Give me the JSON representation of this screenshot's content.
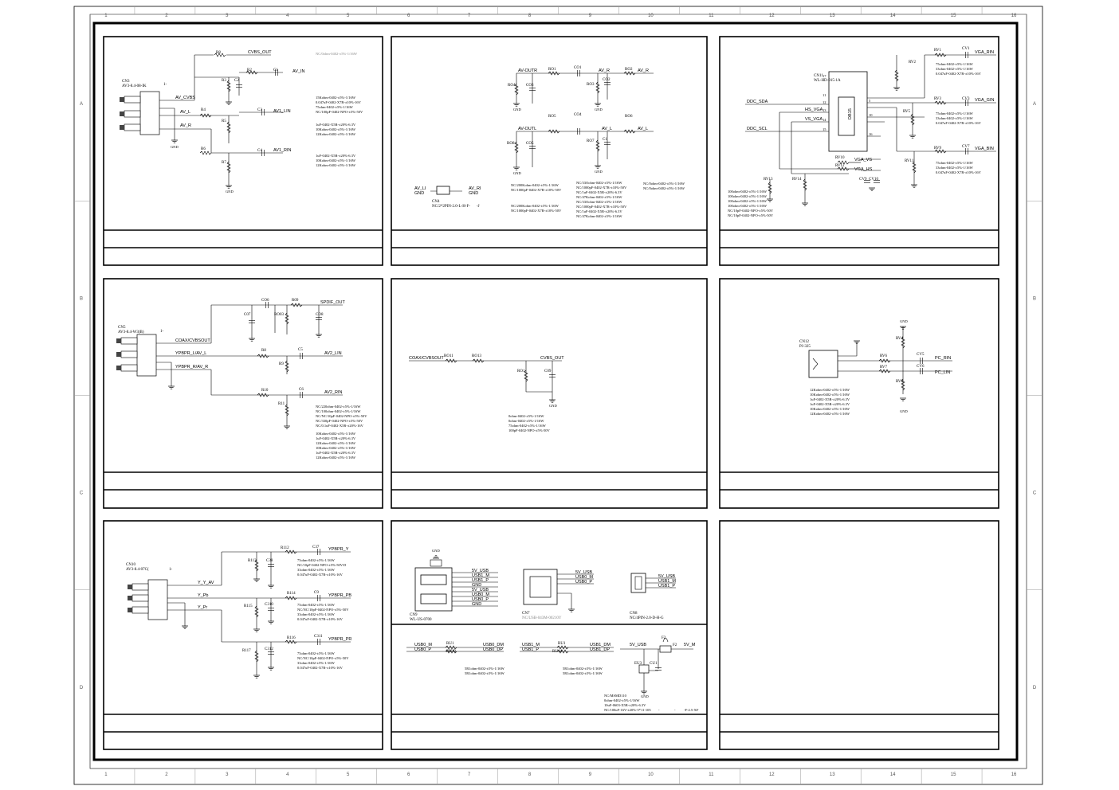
{
  "ruler": {
    "columns": [
      "1",
      "2",
      "3",
      "4",
      "5",
      "6",
      "7",
      "8",
      "9",
      "10",
      "11",
      "12",
      "13",
      "14",
      "15",
      "16"
    ],
    "rows": [
      "A",
      "B",
      "C",
      "D"
    ]
  },
  "p1": {
    "connector_ref": "CN3",
    "connector_part": "AV3-8.4-08-IK",
    "pin_marker": "1-",
    "refs": [
      "R8",
      "R2",
      "R3",
      "C2",
      "R4",
      "R5",
      "R6",
      "R7",
      "C1",
      "C3",
      "C4",
      "C8"
    ],
    "nets": [
      "CVBS_OUT",
      "AV_IN",
      "AV_CVBS",
      "AV_L",
      "AV_R",
      "AV1_LIN",
      "AV1_RIN",
      "GND"
    ],
    "notes_a": [
      "NC/0ohm-0402-±5%-1/16W"
    ],
    "notes_b": [
      "15Kohm-0402-±5%-1/16W",
      "0.047uF-0402-X7R-±10%-16V",
      "75ohm-0402-±5%-1/16W",
      "NC/100pF-0402-NPO-±5%-50V"
    ],
    "notes_c": [
      "1uF-0402-X5R-±20%-6.3V",
      "10Kohm-0402-±5%-1/16W",
      "12Kohm-0402-±5%-1/16W"
    ],
    "notes_d": [
      "1uF-0402-X5R-±20%-6.3V",
      "10Kohm-0402-±5%-1/16W",
      "12Kohm-0402-±5%-1/16W"
    ]
  },
  "p2": {
    "refs": [
      "RO1",
      "CO1",
      "RO2",
      "RO3",
      "CO2",
      "RO4",
      "CO3",
      "RO5",
      "CO4",
      "RO6",
      "RO7",
      "C1",
      "RO8",
      "CO5"
    ],
    "nets": [
      "AV-OUTR",
      "AV_R",
      "AV_R",
      "AV-OUTL",
      "AV_L",
      "AV_L",
      "GND"
    ],
    "cn4_ref": "CN4",
    "cn4_part": "NC/2*2PIN-2.0-L-H-F-",
    "cn4_suffix": "-J",
    "cn4_nets": [
      "AV_LI",
      "GND",
      "AV_RI",
      "GND"
    ],
    "notes_a": [
      "NC/200Kohm-0402-±5%-1/16W",
      "NC/1000pF-0402-X7R-±10%-50V"
    ],
    "notes_b": [
      "NC/33Oohm-0402-±5%-1/16W",
      "NC/1000pF-0402-X7R-±10%-50V",
      "NC/1uF-0402-X5R-±20%-6.3V",
      "NC/47Kohm-0402-±5%-1/16W",
      "NC/33Oohm-0402-±5%-1/16W",
      "NC/1000pF-0402-X7R-±10%-50V",
      "NC/1uF-0402-X5R-±20%-6.3V",
      "NC/47Kohm-0402-±5%-1/16W"
    ],
    "notes_c": [
      "NC/0ohm-0402-±5%-1/16W",
      "NC/0ohm-0402-±5%-1/16W"
    ],
    "notes_d": [
      "NC/200Kohm-0402-±5%-1/16W",
      "NC/1000pF-0402-X7R-±10%-50V"
    ]
  },
  "p3": {
    "connector_ref": "CN11",
    "connector_part": "WL-HD-015-1A",
    "connector_label": "DB15",
    "refs": [
      "RV1",
      "CV1",
      "RV2",
      "RV3",
      "CV3",
      "RV5",
      "RV9",
      "CV7",
      "RV11",
      "RV13",
      "RV14",
      "RV10",
      "RV12",
      "CV9",
      "CV10"
    ],
    "nets": [
      "VGA_RIN",
      "VGA_GIN",
      "VGA_BIN",
      "DDC_SDA",
      "DDC_SCL",
      "HS_VGA",
      "VS_VGA",
      "VGA_VS",
      "VGA_HS",
      "GND"
    ],
    "pin_nums": [
      "17",
      "11",
      "12",
      "5",
      "10",
      "13",
      "14",
      "15",
      "16"
    ],
    "notes_r": [
      "75ohm-0402-±5%-1/16W",
      "33ohm-0402-±5%-1/16W",
      "0.047uF-0402-X7R-±10%-16V"
    ],
    "notes_b": [
      "100ohm-0402-±5%-1/16W",
      "100ohm-0402-±5%-1/16W",
      "100ohm-0402-±5%-1/16W",
      "100ohm-0402-±5%-1/16W",
      "NC/10pF-0402-NPO-±5%-50V",
      "NC/10pF-0402-NPO-±5%-50V"
    ]
  },
  "p4": {
    "connector_ref": "CN5",
    "connector_part": "AV3-8.4-W3(B)",
    "pin_marker": "1-",
    "refs": [
      "CO6",
      "R09",
      "C07",
      "RO03",
      "CO8",
      "R8",
      "C5",
      "R9",
      "R10",
      "C6",
      "R11"
    ],
    "nets": [
      "SPDIF_OUT",
      "COAX/CVBSOUT",
      "YPBPR_L/AV_L",
      "YPBPR_R/AV_R",
      "AV2_LIN",
      "AV2_RIN",
      "GND"
    ],
    "notes_a": [
      "NC/220ohm-0402-±5%-1/16W",
      "NC/100ohm-0402-±5%-1/16W",
      "NC/NC/10pF-0402-NPO-±5%-50V",
      "NC/330pF-0402-NPO-±5%-50V",
      "NC/0.1uF-0402-X5R-±20%-16V"
    ],
    "notes_b": [
      "10Kohm-0402-±5%-1/16W",
      "1uF-0402-X5R-±20%-6.3V",
      "12Kohm-0402-±5%-1/16W",
      "10Kohm-0402-±5%-1/16W",
      "1uF-0402-X5R-±20%-6.3V",
      "12Kohm-0402-±5%-1/16W"
    ]
  },
  "p5": {
    "refs": [
      "RO11",
      "RO13",
      "RO1",
      "C09"
    ],
    "nets": [
      "COAX/CVBSOUT",
      "CVBS_OUT",
      "GND"
    ],
    "notes": [
      "0ohm-0402-±5%-1/16W",
      "0ohm-0402-±5%-1/16W",
      "75ohm-0402-±5%-1/16W",
      "100pF-0402-NPO-±5%-50V"
    ]
  },
  "p6": {
    "connector_ref": "CN12",
    "connector_part": "PJ-325",
    "refs": [
      "RV4",
      "CV5",
      "RV6",
      "RV7",
      "CV6",
      "RV8"
    ],
    "nets": [
      "PC_RIN",
      "PC_LIN",
      "GND"
    ],
    "notes": [
      "12Kohm-0402-±5%-1/16W",
      "10Kohm-0402-±5%-1/16W",
      "1uF-0402-X5R-±20%-6.3V",
      "1uF-0402-X5R-±20%-6.3V",
      "10Kohm-0402-±5%-1/16W",
      "12Kohm-0402-±5%-1/16W"
    ]
  },
  "p7": {
    "connector_ref": "CN10",
    "connector_part": "AV3-8.4-07C(",
    "pin_marker": "1-",
    "refs": [
      "R112",
      "C37",
      "R113",
      "C38",
      "R114",
      "C9",
      "R115",
      "C310",
      "R116",
      "C311",
      "R117",
      "C312"
    ],
    "nets": [
      "Y_Y_AV",
      "Y_Pb",
      "Y_Pr",
      "YPBPR_Y",
      "YPBPR_PB",
      "YPBPR_PR",
      "GND"
    ],
    "notes_a": [
      "75ohm-0402-±5%-1/16W",
      "NC/10pF-0402-NPO-±5%-50V-D",
      "33ohm-0402-±5%-1/16W",
      "0.047uF-0402-X7R-±10%-16V"
    ],
    "notes_b": [
      "75ohm-0402-±5%-1/16W",
      "NC/NC/10pF-0402-NPO-±5%-50V",
      "33ohm-0402-±5%-1/16W",
      "0.047uF-0402-X7R-±10%-16V"
    ],
    "notes_c": [
      "75ohm-0402-±5%-1/16W",
      "NC/NC/10pF-0402-NPO-±5%-50V",
      "33ohm-0402-±5%-1/16W",
      "0.047uF-0402-X7R-±10%-16V"
    ]
  },
  "p8": {
    "cn9_ref": "CN9",
    "cn9_part": "WL-US-0700",
    "cn7_ref": "CN7",
    "cn7_part": "NC/USB-043M-00210Y",
    "cn8_ref": "CN8",
    "cn8_part": "NC/4PIN-2.0-D-H-G",
    "cn9_nets": [
      "5V_USB",
      "USB1_M",
      "USB1_P",
      "GND",
      "5V_USB",
      "USB0_M",
      "USB0_P",
      "GND"
    ],
    "cn7_nets": [
      "5V_USB",
      "USB0_M",
      "USB0_P"
    ],
    "cn8_nets": [
      "5V_USB",
      "USB1_M",
      "USB1_P"
    ],
    "bottom_nets": [
      "USB0_M",
      "USB0_P",
      "USB0_DM",
      "USB0_DP",
      "USB1_M",
      "USB1_P",
      "USB1_DM",
      "USB1_DP",
      "5V_USB",
      "5V_M"
    ],
    "bottom_refs": [
      "RU1",
      "RU13",
      "RU1",
      "RU14",
      "F2",
      "EU3",
      "CU1"
    ],
    "notes_a": [
      "5R1ohm-0402-±5%-1/16W",
      "5R1ohm-0402-±5%-1/16W"
    ],
    "notes_b": [
      "5R1ohm-0402-±5%-1/16W",
      "5R1ohm-0402-±5%-1/16W"
    ],
    "notes_c": [
      "NC/MSMD110",
      "0ohm-0402-±5%-1/16W",
      "10uF-0603-X5R-±20%-6.3V",
      "NC/100uF-16V-±20%-5*11-105"
    ],
    "notes_c_tail": "-F-2.5-XF"
  }
}
